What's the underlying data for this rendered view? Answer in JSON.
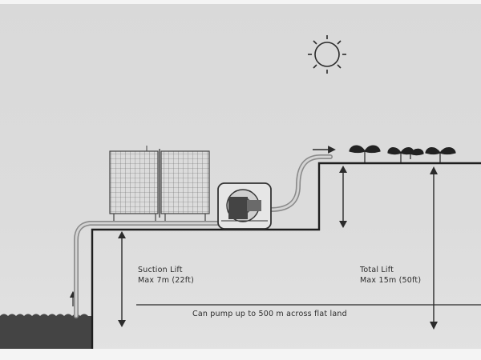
{
  "labels": {
    "suction_title": "Suction Lift",
    "suction_max": "Max 7m (22ft)",
    "total_title": "Total Lift",
    "total_max": "Max 15m (50ft)",
    "flat_note": "Can pump up to 500 m across flat land"
  },
  "icons": {
    "sun": "sun-icon",
    "plants": "seedling-icon",
    "panel": "solar-panel-icon",
    "pump": "pump-icon"
  },
  "colors": {
    "background": "#dcdcdc",
    "line": "#2b2b2b",
    "water": "#3f3f3f",
    "pipe": "#8a8a8a"
  }
}
